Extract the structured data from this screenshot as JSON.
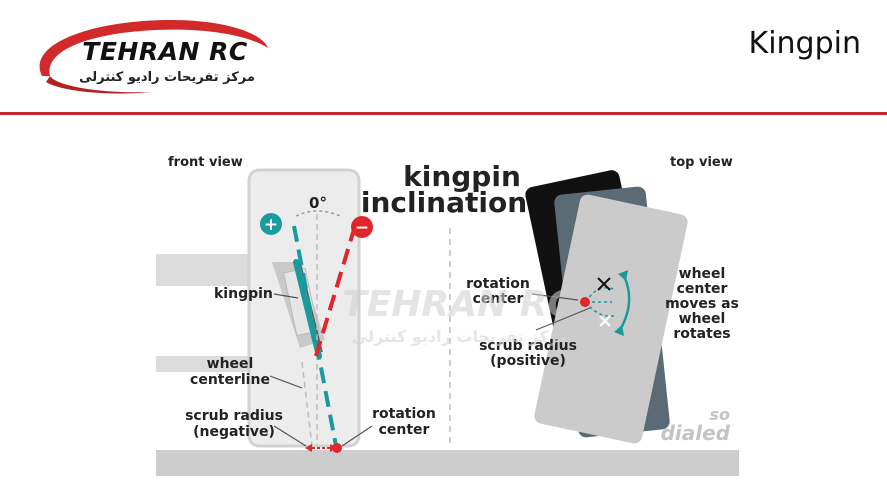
{
  "header": {
    "logo_text": "TEHRAN RC",
    "logo_subtitle": "مرکز تفریحات رادیو کنترلی",
    "page_title": "Kingpin",
    "rule_color": "#c8262c"
  },
  "diagram": {
    "title_line1": "kingpin",
    "title_line2": "inclination",
    "front_view_label": "front view",
    "top_view_label": "top view",
    "angle_label": "0°",
    "plus_symbol": "+",
    "minus_symbol": "−",
    "kingpin_label": "kingpin",
    "wheel_centerline_line1": "wheel",
    "wheel_centerline_line2": "centerline",
    "scrub_negative_line1": "scrub radius",
    "scrub_negative_line2": "(negative)",
    "rotation_center_front_line1": "rotation",
    "rotation_center_front_line2": "center",
    "rotation_center_top_line1": "rotation",
    "rotation_center_top_line2": "center",
    "scrub_positive_line1": "scrub radius",
    "scrub_positive_line2": "(positive)",
    "wheel_moves_line1": "wheel",
    "wheel_moves_line2": "center",
    "wheel_moves_line3": "moves as",
    "wheel_moves_line4": "wheel",
    "wheel_moves_line5": "rotates",
    "credit_line1": "so",
    "credit_line2": "dialed",
    "watermark_text": "TEHRAN RC",
    "watermark_subtext": "مرکز تفریحات رادیو کنترلی",
    "colors": {
      "teal": "#1a9a9c",
      "red": "#e0262b",
      "tire_dark": "#111111",
      "tire_slate": "#5a6b75",
      "tire_light": "#cbcbcb",
      "ground": "#cdcdcd"
    }
  }
}
